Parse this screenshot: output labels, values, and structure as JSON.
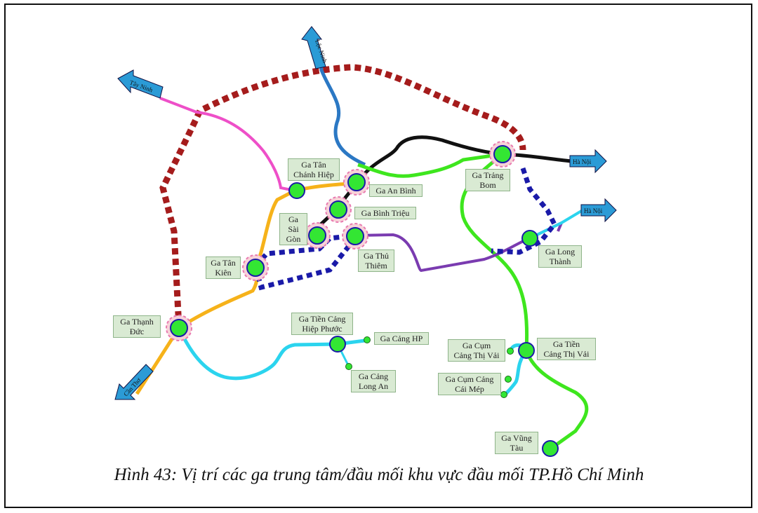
{
  "caption": "Hình 43: Vị trí các ga trung tâm/đầu mối khu vực đầu mối TP.Hồ Chí Minh",
  "colors": {
    "ring_dotted": "#a51c1c",
    "link_dotted": "#1a1aa8",
    "ho_chi_minh_tay_ninh": "#ee4fc8",
    "loc_ninh": "#2b78c4",
    "north_south": "#111111",
    "bien_hoa_vung_tau": "#3ee61e",
    "thu_thiem_long_thanh": "#7a3bb0",
    "southwest": "#f6b21a",
    "cyan": "#2bd4ee",
    "station_fill": "#33e633",
    "station_ring": "#e87ab0"
  },
  "destinations": {
    "loc_ninh": "Lộc Ninh",
    "tay_ninh": "Tây Ninh",
    "ha_noi_1": "Hà Nội",
    "ha_noi_2": "Hà Nội",
    "can_tho": "Cần Thơ"
  },
  "stations": {
    "tan_chanh_hiep": "Ga Tân\nChánh Hiệp",
    "an_binh": "Ga An Bình",
    "binh_trieu": "Ga Bình Triệu",
    "sai_gon": "Ga Sài\nGòn",
    "thu_thiem": "Ga Thủ\nThiêm",
    "tan_kien": "Ga Tân\nKiên",
    "trang_bom": "Ga Trảng\nBom",
    "long_thanh": "Ga Long\nThành",
    "thanh_duc": "Ga Thạnh\nĐức",
    "tien_cang_hiep_phuoc": "Ga Tiền Cảng\nHiệp Phước",
    "cang_hp": "Ga Cảng HP",
    "cang_long_an": "Ga Cảng\nLong An",
    "cum_cang_thi_vai": "Ga Cụm\nCảng Thị Vải",
    "tien_cang_thi_vai": "Ga Tiền\nCảng Thị Vải",
    "cum_cang_cai_mep": "Ga Cụm Cảng\nCái Mép",
    "vung_tau": "Ga Vũng\nTàu"
  }
}
